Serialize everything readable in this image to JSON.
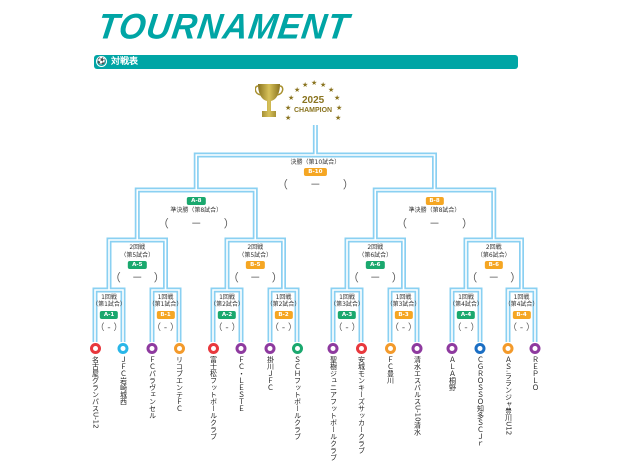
{
  "header": {
    "title": "TOURNAMENT",
    "section_label": "対戦表"
  },
  "champion": {
    "year": "2025",
    "label": "CHAMPION"
  },
  "colors": {
    "teal": "#00a5a5",
    "green_badge": "#1aa86e",
    "orange_badge": "#f5a623",
    "line": "#8ad0f2"
  },
  "final": {
    "label": "決勝（第10試合）",
    "badge": "B-10",
    "badge_color": "orange",
    "score": "（　　－　　）"
  },
  "semis": [
    {
      "label": "準決勝（第8試合）",
      "badge": "A-8",
      "badge_color": "green",
      "score": "（　　－　　）"
    },
    {
      "label": "準決勝（第8試合）",
      "badge": "B-8",
      "badge_color": "orange",
      "score": "（　　－　　）"
    }
  ],
  "quarters": [
    {
      "round": "2回戦",
      "match": "（第5試合）",
      "badge": "A-5",
      "badge_color": "green",
      "score": "（　－　）"
    },
    {
      "round": "2回戦",
      "match": "（第5試合）",
      "badge": "B-5",
      "badge_color": "orange",
      "score": "（　－　）"
    },
    {
      "round": "2回戦",
      "match": "（第6試合）",
      "badge": "A-6",
      "badge_color": "green",
      "score": "（　－　）"
    },
    {
      "round": "2回戦",
      "match": "（第6試合）",
      "badge": "B-6",
      "badge_color": "orange",
      "score": "（　－　）"
    }
  ],
  "round1": [
    {
      "round": "1回戦",
      "match": "（第1試合）",
      "badge": "A-1",
      "badge_color": "green",
      "score": "（ - ）"
    },
    {
      "round": "1回戦",
      "match": "（第1試合）",
      "badge": "B-1",
      "badge_color": "orange",
      "score": "（ - ）"
    },
    {
      "round": "1回戦",
      "match": "（第2試合）",
      "badge": "A-2",
      "badge_color": "green",
      "score": "（ - ）"
    },
    {
      "round": "1回戦",
      "match": "（第2試合）",
      "badge": "B-2",
      "badge_color": "orange",
      "score": "（ - ）"
    },
    {
      "round": "1回戦",
      "match": "（第3試合）",
      "badge": "A-3",
      "badge_color": "green",
      "score": "（ - ）"
    },
    {
      "round": "1回戦",
      "match": "（第3試合）",
      "badge": "B-3",
      "badge_color": "orange",
      "score": "（ - ）"
    },
    {
      "round": "1回戦",
      "match": "（第4試合）",
      "badge": "A-4",
      "badge_color": "green",
      "score": "（ - ）"
    },
    {
      "round": "1回戦",
      "match": "（第4試合）",
      "badge": "B-4",
      "badge_color": "orange",
      "score": "（ - ）"
    }
  ],
  "teams": [
    {
      "name": "名古屋グランパスU-12",
      "color": "#e8383d"
    },
    {
      "name": "ＪＦＣ岩崎城西",
      "color": "#29b6e8"
    },
    {
      "name": "ＦＣパラヴェンセル",
      "color": "#8e3a9f"
    },
    {
      "name": "リコブエンテＦＣ",
      "color": "#f39a2b"
    },
    {
      "name": "富士松フットボールクラブ",
      "color": "#e8383d"
    },
    {
      "name": "ＦＣ・ＬＥＳＴＥ",
      "color": "#8e3a9f"
    },
    {
      "name": "掛川ＪＦＣ",
      "color": "#8e3a9f"
    },
    {
      "name": "ＳＣＨフットボールクラブ",
      "color": "#1aa86e"
    },
    {
      "name": "聖樹ジュニアフットボールクラブ",
      "color": "#8e3a9f"
    },
    {
      "name": "安城モンキーズサッカークラブ",
      "color": "#e8383d"
    },
    {
      "name": "ＦＣ豊川",
      "color": "#f39a2b"
    },
    {
      "name": "清水エスパルスU-10清水",
      "color": "#8e3a9f"
    },
    {
      "name": "ＡＬＡ桐野",
      "color": "#8e3a9f"
    },
    {
      "name": "ＣＧＲＯＳＳＯ知多ＳＣＪｒ",
      "color": "#1b6fc4"
    },
    {
      "name": "ＡＳ.ラランジャ豊川U12",
      "color": "#f39a2b"
    },
    {
      "name": "ＲＥＰＬＯ",
      "color": "#8e3a9f"
    }
  ]
}
